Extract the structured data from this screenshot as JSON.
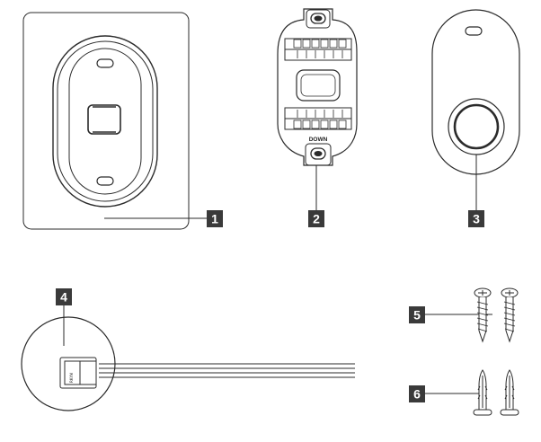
{
  "callouts": [
    {
      "number": "1"
    },
    {
      "number": "2"
    },
    {
      "number": "3"
    },
    {
      "number": "4"
    },
    {
      "number": "5"
    },
    {
      "number": "6"
    }
  ],
  "base_plate": {
    "label": "DOWN"
  },
  "connector": {
    "wire_letters": "RKYW"
  },
  "colors": {
    "line": "#2b2b2b",
    "badge": "#3a3a3a",
    "background": "#ffffff"
  }
}
